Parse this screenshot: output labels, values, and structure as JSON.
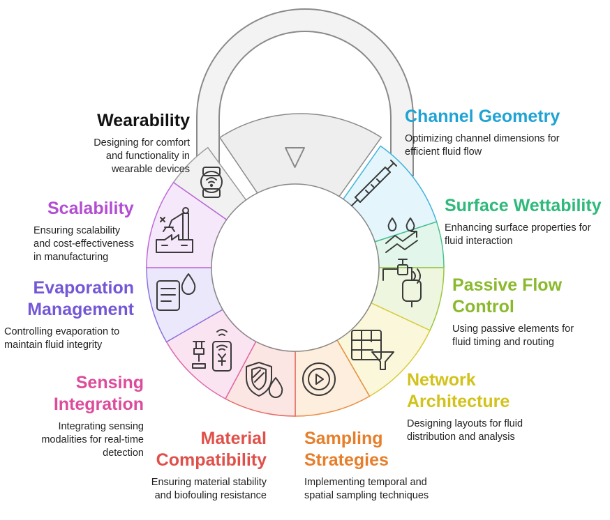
{
  "sections": [
    {
      "id": "wearability",
      "title": "Wearability",
      "desc": "Designing for comfort and functionality in wearable devices",
      "color": "#111111",
      "fill": "#f1f1f1",
      "stroke": "#9a9a9a",
      "icon": "smartwatch-icon"
    },
    {
      "id": "channel-geometry",
      "title": "Channel Geometry",
      "desc": "Optimizing channel dimensions for efficient fluid flow",
      "color": "#1fa3d4",
      "fill": "#e4f5fb",
      "stroke": "#3fb2dd",
      "icon": "syringe-icon"
    },
    {
      "id": "surface-wettability",
      "title": "Surface Wettability",
      "desc": "Enhancing surface properties for fluid interaction",
      "color": "#2fb97a",
      "fill": "#e2f6ec",
      "stroke": "#45c08a",
      "icon": "droplets-trend-icon"
    },
    {
      "id": "passive-flow-control",
      "title": "Passive Flow Control",
      "desc": "Using passive elements for fluid timing and routing",
      "color": "#8ab92d",
      "fill": "#eff6df",
      "stroke": "#9cc63f",
      "icon": "faucet-icon"
    },
    {
      "id": "network-architecture",
      "title": "Network Architecture",
      "desc": "Designing layouts for fluid distribution and analysis",
      "color": "#d2c21a",
      "fill": "#faf7da",
      "stroke": "#d9cb3c",
      "icon": "table-filter-icon"
    },
    {
      "id": "sampling-strategies",
      "title": "Sampling Strategies",
      "desc": "Implementing temporal and spatial sampling techniques",
      "color": "#e67e2a",
      "fill": "#fdeedd",
      "stroke": "#e88e43",
      "icon": "play-circle-icon"
    },
    {
      "id": "material-compatibility",
      "title": "Material Compatibility",
      "desc": "Ensuring material stability and biofouling resistance",
      "color": "#e0504a",
      "fill": "#fce6e4",
      "stroke": "#e46a64",
      "icon": "shield-drop-icon"
    },
    {
      "id": "sensing-integration",
      "title": "Sensing Integration",
      "desc": "Integrating sensing modalities for real-time detection",
      "color": "#dd4c9b",
      "fill": "#fbe4f1",
      "stroke": "#e066aa",
      "icon": "sensor-phone-icon"
    },
    {
      "id": "evaporation-management",
      "title": "Evaporation Management",
      "desc": "Controlling evaporation to maintain fluid integrity",
      "color": "#7457d6",
      "fill": "#ece8fb",
      "stroke": "#8a72de",
      "icon": "document-drop-icon"
    },
    {
      "id": "scalability",
      "title": "Scalability",
      "desc": "Ensuring scalability and cost-effectiveness in manufacturing",
      "color": "#b24ed1",
      "fill": "#f6e8fb",
      "stroke": "#bd68d8",
      "icon": "factory-robot-icon"
    }
  ],
  "lock": {
    "body_fill": "#eeeeee",
    "stroke": "#888888",
    "inner_fill": "#ffffff",
    "marker_icon": "triangle-down-icon"
  }
}
